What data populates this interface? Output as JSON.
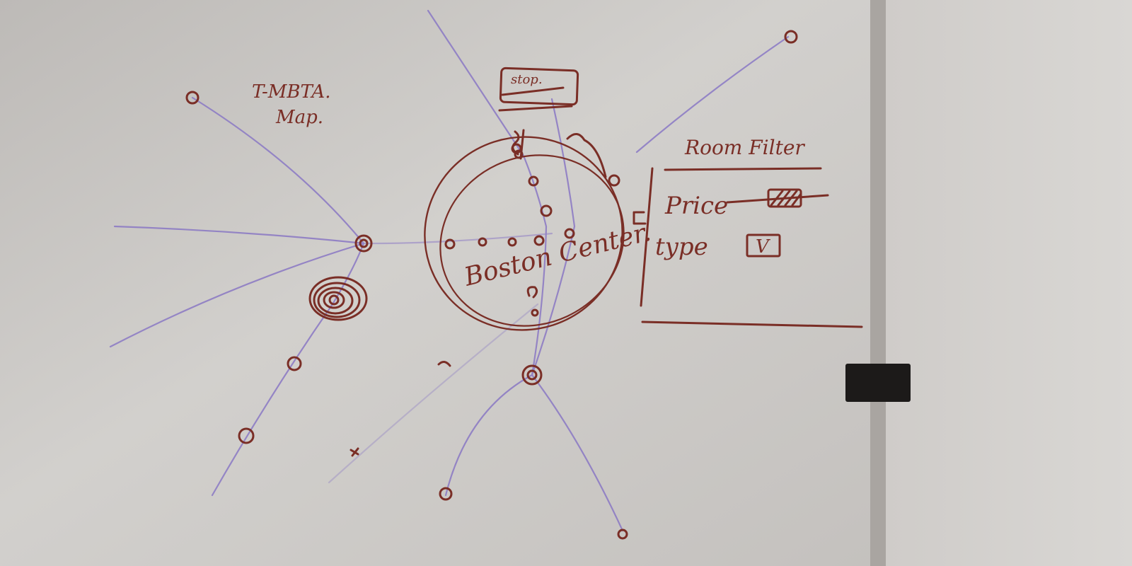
{
  "title_line1": "T-MBTA.",
  "title_line2": "Map.",
  "stop_card_label": "stop.",
  "center_label": "Boston Center.",
  "filter": {
    "title": "Room Filter",
    "price_label": "Price",
    "type_label": "type",
    "type_checkbox_mark": "V"
  },
  "colors": {
    "marker": "#7a2e26",
    "line": "#8a78c4",
    "board_light": "#d8d6d3",
    "board_dark": "#b5b1ad",
    "eraser": "#1c1a19"
  }
}
